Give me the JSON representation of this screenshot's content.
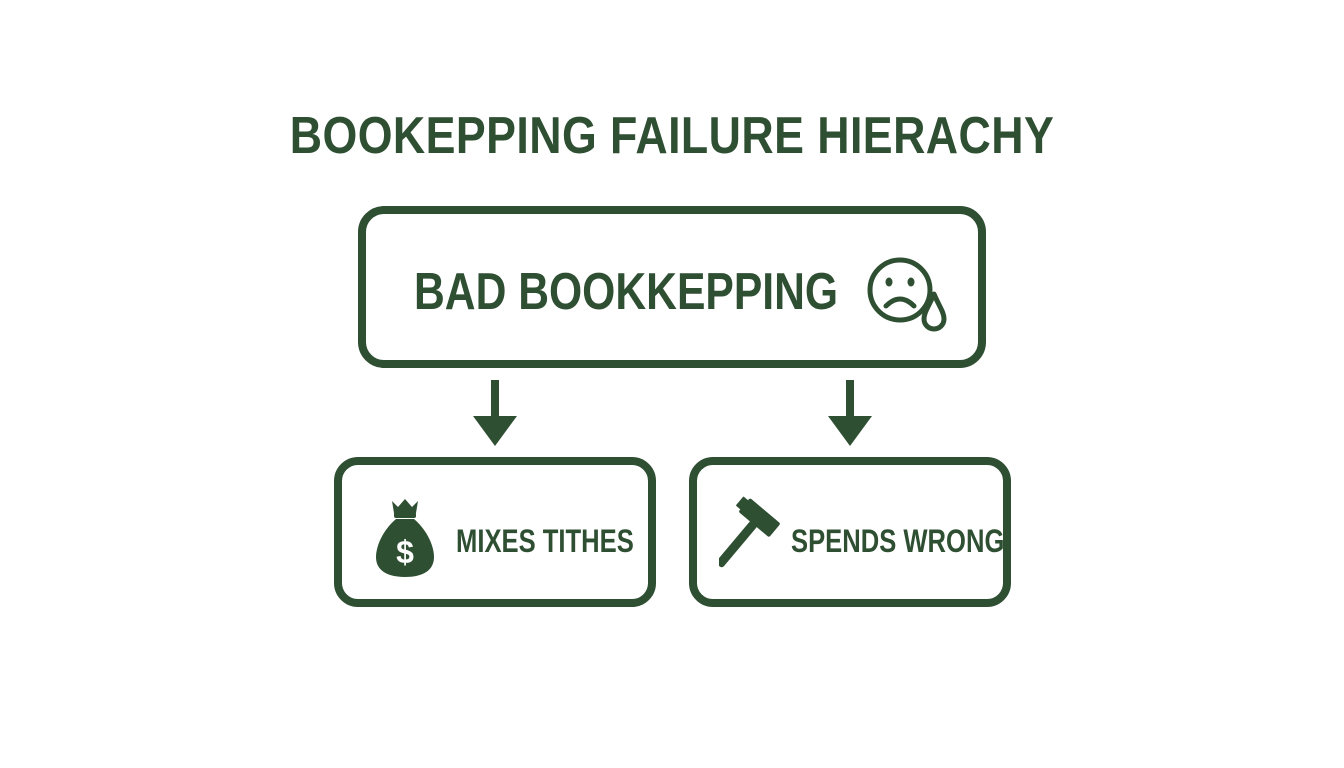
{
  "diagram": {
    "title": "BOOKEPPING FAILURE HIERACHY",
    "root": {
      "label": "BAD BOOKKEPPING",
      "icon": "sad-face-tear-icon"
    },
    "children": [
      {
        "label": "MIXES TITHES",
        "icon": "money-bag-icon"
      },
      {
        "label": "SPENDS WRONG",
        "icon": "hammer-icon"
      }
    ],
    "colors": {
      "primary": "#2f4f33",
      "background": "#ffffff"
    }
  }
}
